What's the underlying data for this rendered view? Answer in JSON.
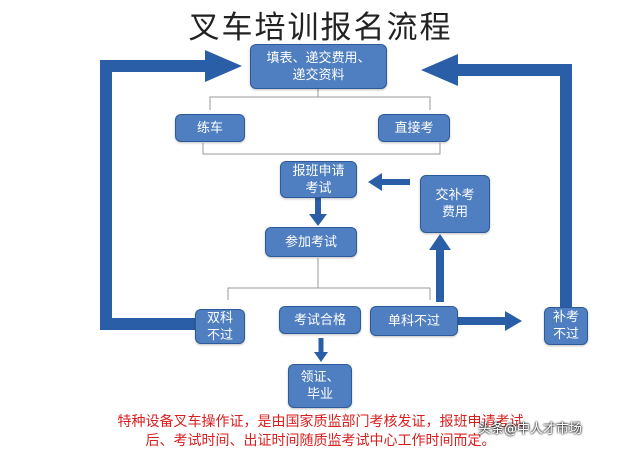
{
  "title": "叉车培训报名流程",
  "nodes": {
    "apply_form": [
      "填表、递交费用、",
      "递交资料"
    ],
    "practice": "练车",
    "direct_exam": "直接考",
    "class_application": [
      "报班申请",
      "考试"
    ],
    "attend_exam": "参加考试",
    "pay_retake_fee": [
      "交补考",
      "费用"
    ],
    "both_fail": [
      "双科",
      "不过"
    ],
    "exam_pass": "考试合格",
    "single_fail": "单科不过",
    "retake": [
      "补考",
      "不过"
    ],
    "certificate": [
      "领证、",
      "毕业"
    ]
  },
  "footer": {
    "line1": "特种设备叉车操作证，是由国家质监部门考核发证，报班申请考试",
    "line2": "后、考试时间、出证时间随质监考试中心工作时间而定。"
  },
  "watermark": "头条@中人才市场",
  "colors": {
    "box": "#4f7fc0",
    "arrow": "#2a5fa8",
    "footer": "#d81e1e"
  }
}
